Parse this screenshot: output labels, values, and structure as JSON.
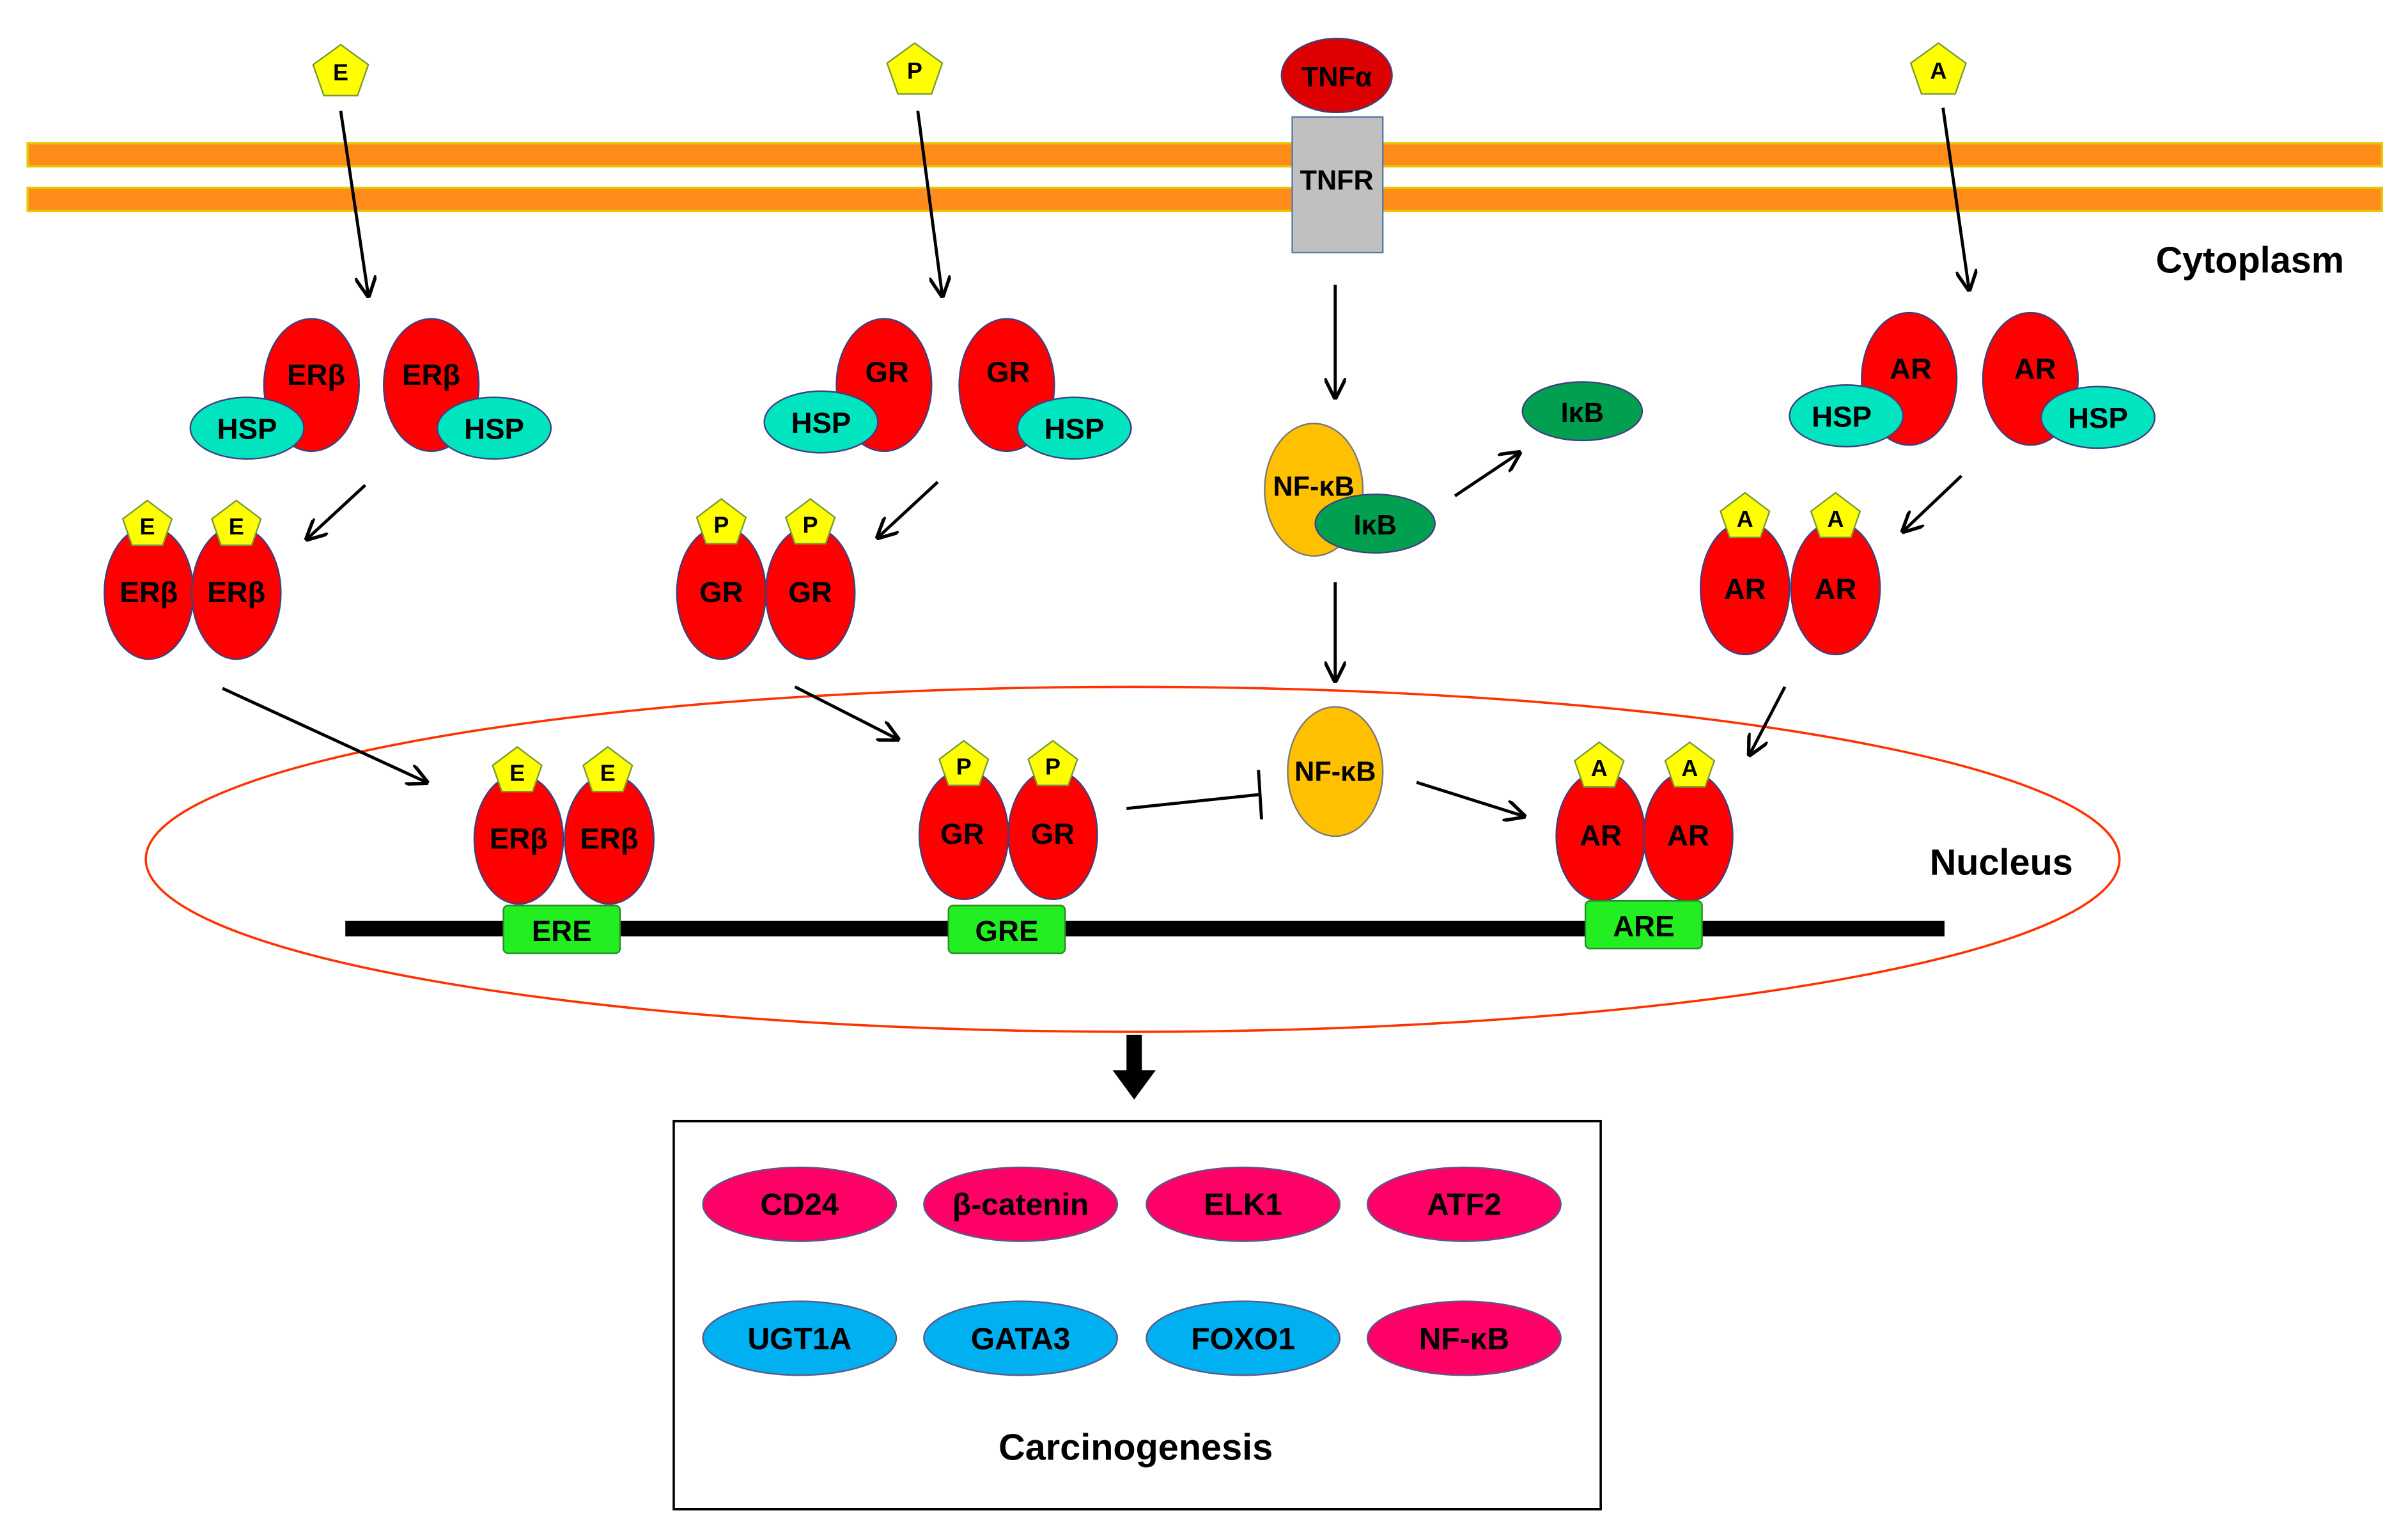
{
  "labels": {
    "cytoplasm": "Cytoplasm",
    "nucleus": "Nucleus",
    "carcinogenesis": "Carcinogenesis"
  },
  "ligands": {
    "estrogen": "E",
    "progesterone": "P",
    "androgen": "A"
  },
  "receptors": {
    "er_beta": "ERβ",
    "gr": "GR",
    "ar": "AR",
    "hsp": "HSP"
  },
  "tnf": {
    "ligand": "TNFα",
    "receptor": "TNFR"
  },
  "nfkb": {
    "nfkb": "NF-κB",
    "ikb": "IκB"
  },
  "response_elements": {
    "ere": "ERE",
    "gre": "GRE",
    "are": "ARE"
  },
  "targets": [
    {
      "label": "CD24",
      "color": "#ff0066"
    },
    {
      "label": "β-catenin",
      "color": "#ff0066"
    },
    {
      "label": "ELK1",
      "color": "#ff0066"
    },
    {
      "label": "ATF2",
      "color": "#ff0066"
    },
    {
      "label": "UGT1A",
      "color": "#00b0f0"
    },
    {
      "label": "GATA3",
      "color": "#00b0f0"
    },
    {
      "label": "FOXO1",
      "color": "#00b0f0"
    },
    {
      "label": "NF-κB",
      "color": "#ff0066"
    }
  ],
  "colors": {
    "membrane": "#ff8c1a",
    "receptor": "#ff0000",
    "ligand": "#ffff00",
    "hsp": "#00e5c0",
    "tnfr": "#c0c0c0",
    "nfkb": "#ffc000",
    "ikb": "#00a050",
    "response_element": "#22ee22",
    "nucleus_outline": "#ff3300"
  }
}
